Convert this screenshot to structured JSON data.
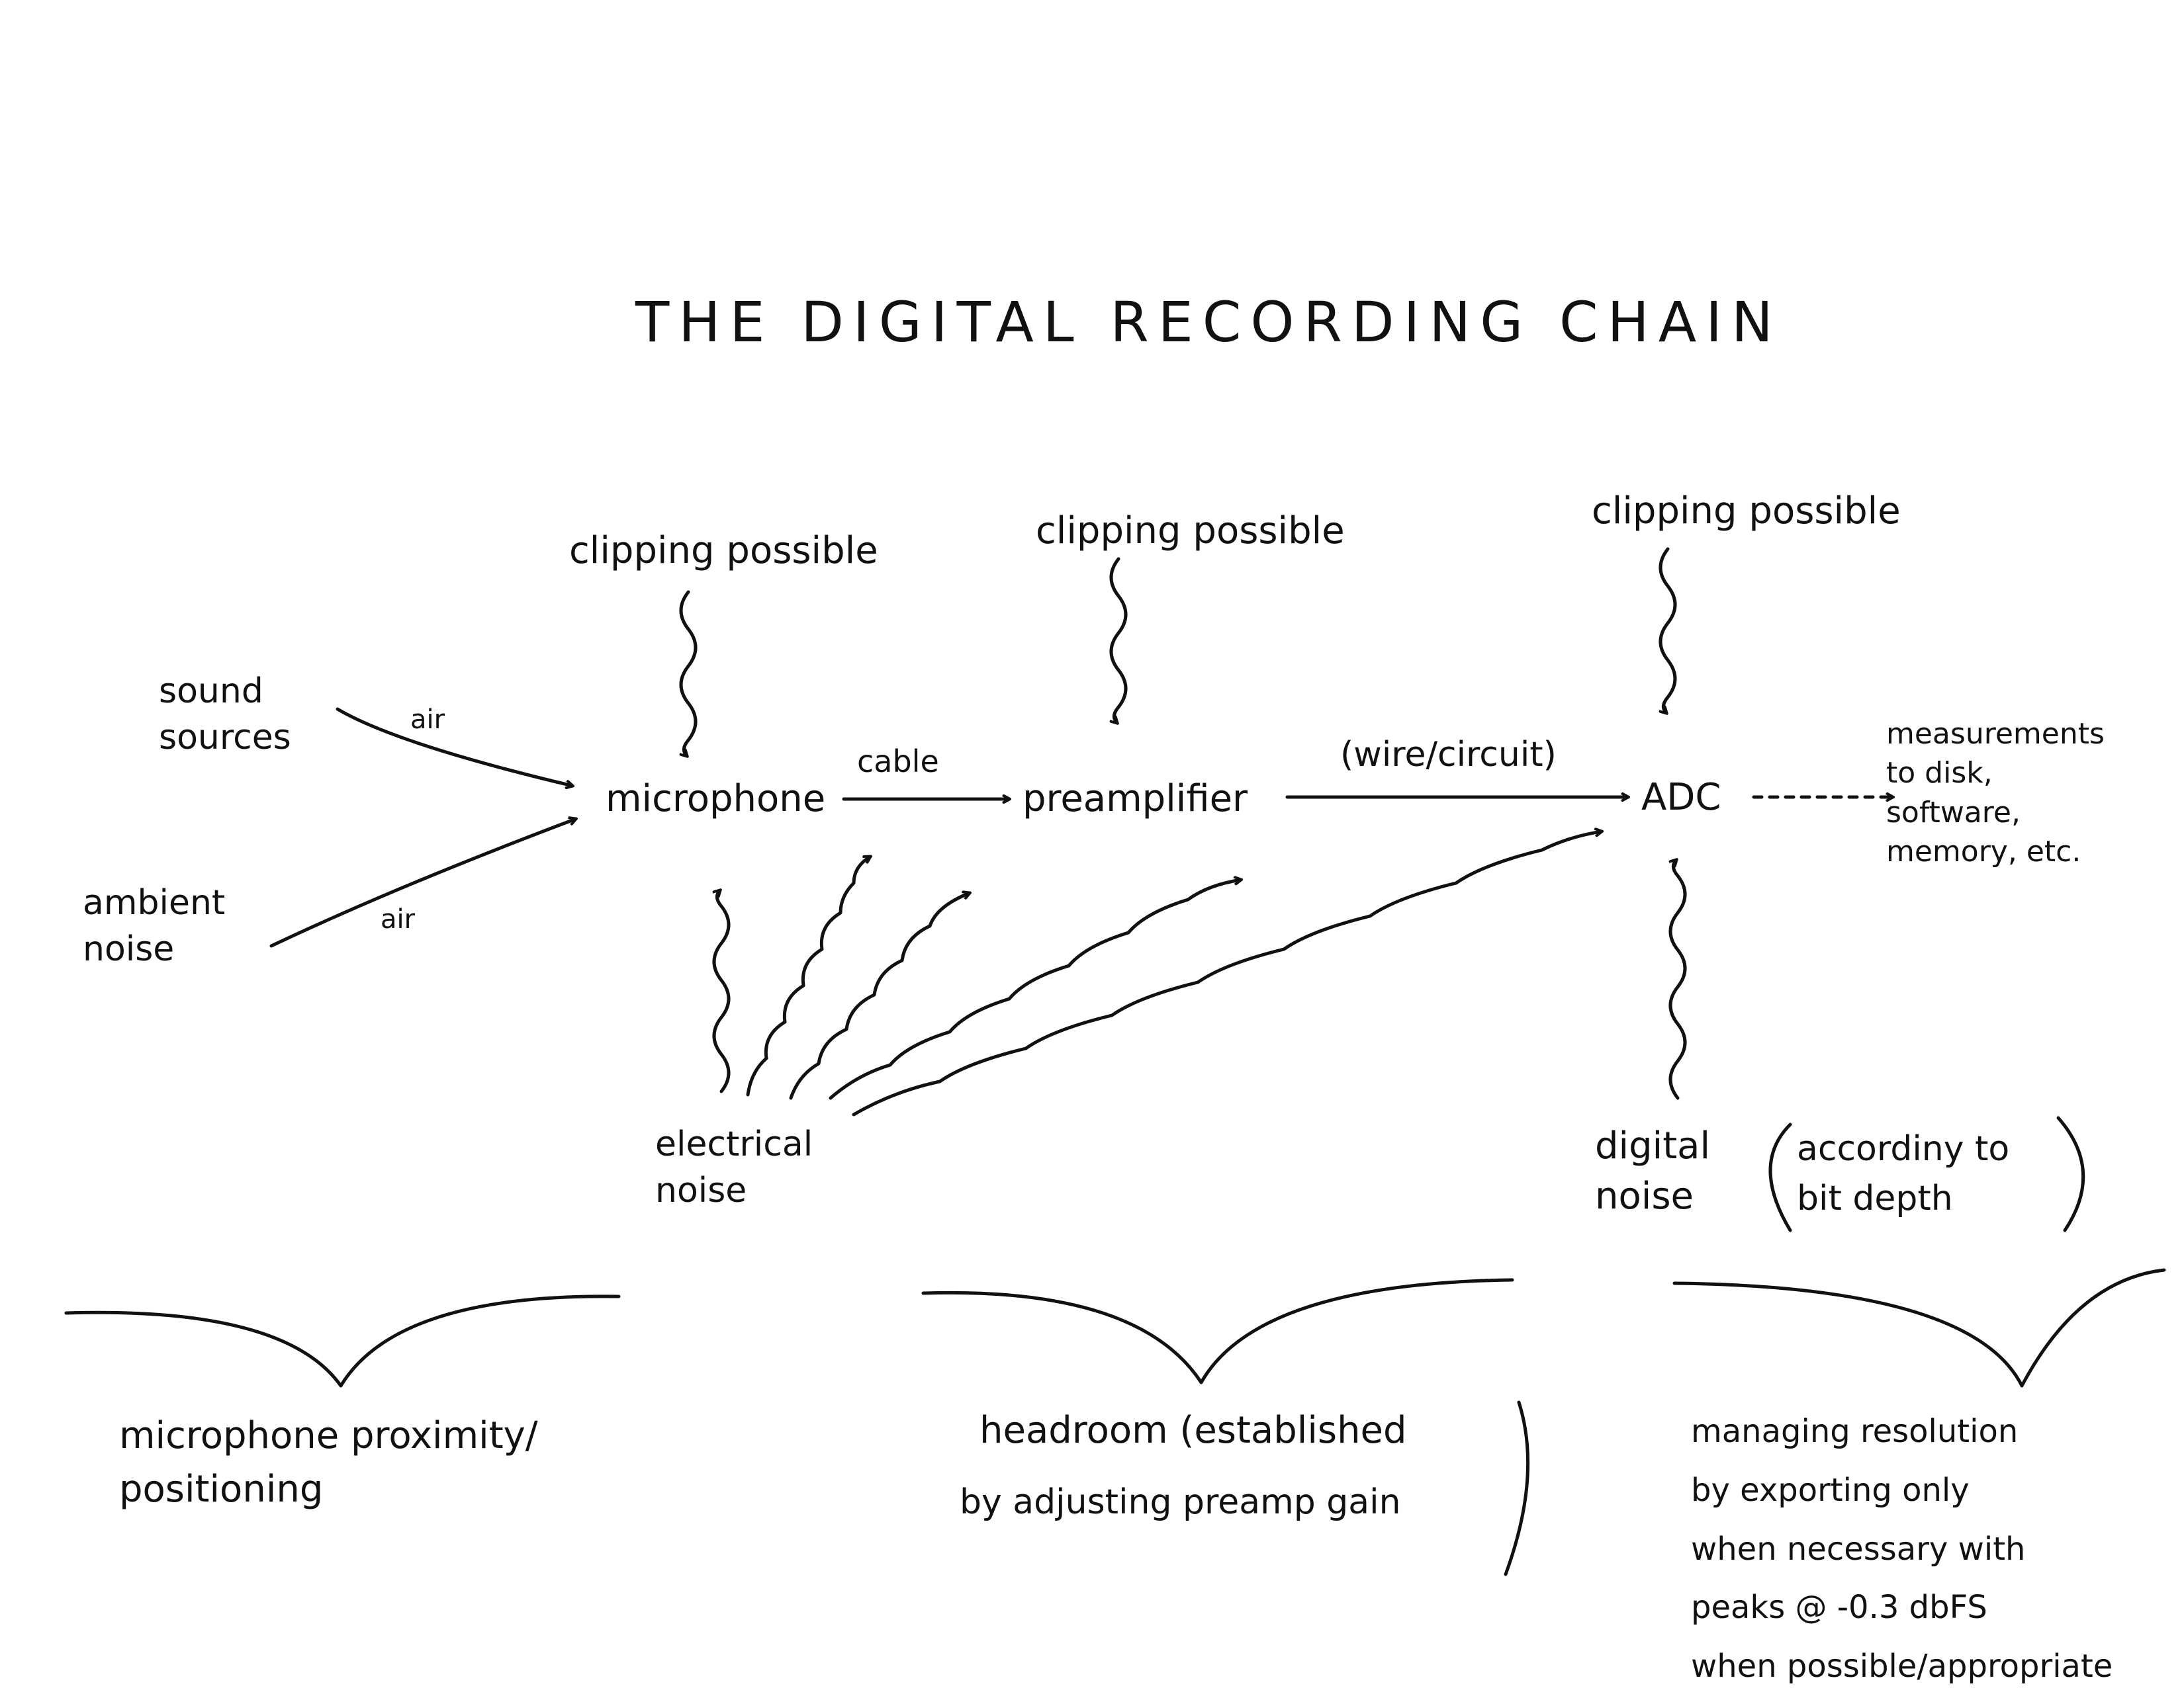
{
  "title": "THE DIGITAL RECORDING CHAIN",
  "nodes": {
    "sound_sources": "sound\nsources",
    "ambient_noise": "ambient\nnoise",
    "microphone": "microphone",
    "preamplifier": "preamplifier",
    "adc": "ADC",
    "measurements": "measurements\nto disk,\nsoftware,\nmemory, etc.",
    "electrical_noise": "electrical\nnoise",
    "digital_noise": "digital\nnoise",
    "digital_noise_note": "accordiny to\nbit depth"
  },
  "edges": {
    "air_1": "air",
    "air_2": "air",
    "cable": "cable",
    "wire_circuit": "(wire/circuit)"
  },
  "clipping": {
    "microphone": "clipping possible",
    "preamplifier": "clipping possible",
    "adc": "clipping possible"
  },
  "notes": {
    "left": "microphone proximity/\npositioning",
    "middle_line1": "headroom (established",
    "middle_line2": "by adjusting preamp gain",
    "right": "managing resolution\nby exporting only\nwhen necessary with\npeaks @ -0.3 dbFS\nwhen possible/appropriate"
  }
}
